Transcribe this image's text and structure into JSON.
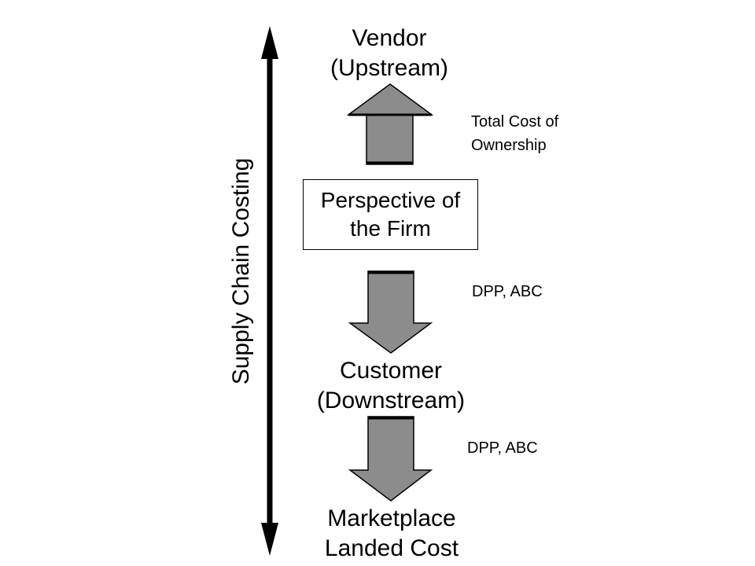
{
  "nodes": {
    "vendor": {
      "line1": "Vendor",
      "line2": "(Upstream)"
    },
    "firm": {
      "line1": "Perspective of",
      "line2": "the Firm"
    },
    "customer": {
      "line1": "Customer",
      "line2": "(Downstream)"
    },
    "marketplace": {
      "line1": "Marketplace",
      "line2": "Landed Cost"
    }
  },
  "annotations": {
    "upstream_line1": "Total Cost of",
    "upstream_line2": "Ownership",
    "downstream_1": "DPP, ABC",
    "downstream_2": "DPP, ABC"
  },
  "axis_label": "Supply Chain Costing",
  "colors": {
    "arrow_fill": "#8c8c8c",
    "stroke": "#000000"
  }
}
